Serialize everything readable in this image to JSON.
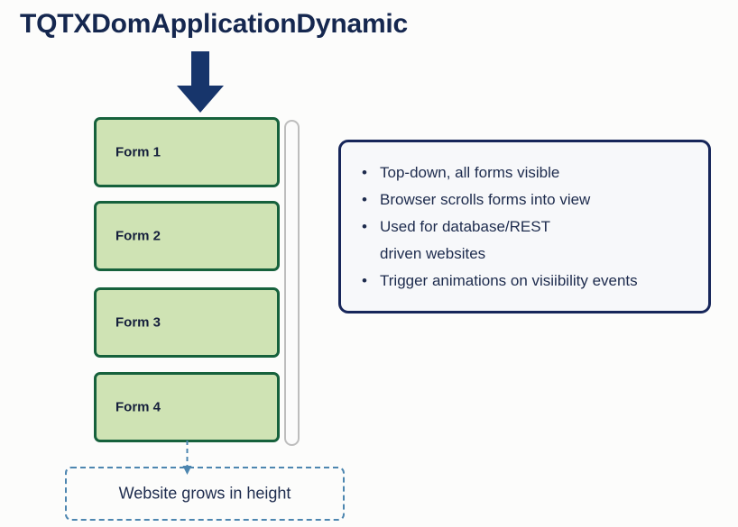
{
  "slide": {
    "title": "TQTXDomApplicationDynamic",
    "background_color": "#fcfcfb",
    "title_color": "#15274f"
  },
  "arrow": {
    "name": "down-arrow",
    "color": "#17356b",
    "direction": "down"
  },
  "forms": {
    "border_color": "#16613c",
    "fill_color": "#cfe3b4",
    "items": [
      {
        "label": "Form 1"
      },
      {
        "label": "Form 2"
      },
      {
        "label": "Form 3"
      },
      {
        "label": "Form 4"
      }
    ]
  },
  "scrollbar": {
    "name": "vertical-scrollbar",
    "track_color": "#fbfbfb",
    "border_color": "#bdbdbd"
  },
  "bullet_panel": {
    "border_color": "#17265a",
    "fill_color": "#f7f8fa",
    "text_color": "#1d2b4d",
    "bullets": [
      "Top-down, all forms visible",
      "Browser scrolls forms into view",
      "Used for database/REST\ndriven websites",
      "Trigger animations on visiibility events"
    ]
  },
  "growth_note": {
    "label": "Website grows in height",
    "border_color": "#4d86b0",
    "text_color": "#1d2b4d"
  }
}
